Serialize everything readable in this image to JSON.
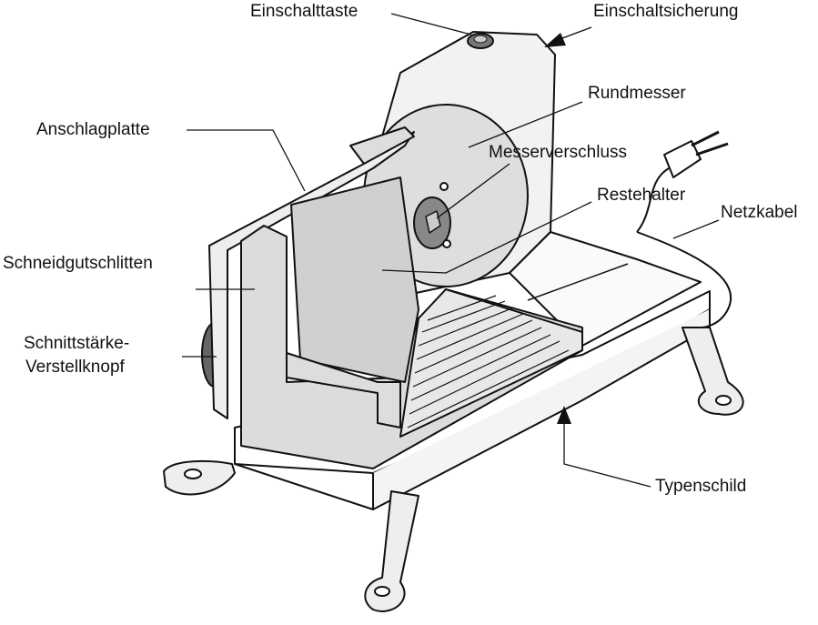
{
  "labels": {
    "einschalttaste": "Einschalttaste",
    "einschaltsicherung": "Einschaltsicherung",
    "rundmesser": "Rundmesser",
    "anschlagplatte": "Anschlagplatte",
    "messerverschluss": "Messerverschluss",
    "restehalter": "Restehalter",
    "netzkabel": "Netzkabel",
    "schneidgutschlitten": "Schneidgutschlitten",
    "schnittstaerke_line1": "Schnittstärke-",
    "schnittstaerke_line2": "Verstellknopf",
    "typenschild": "Typenschild"
  }
}
